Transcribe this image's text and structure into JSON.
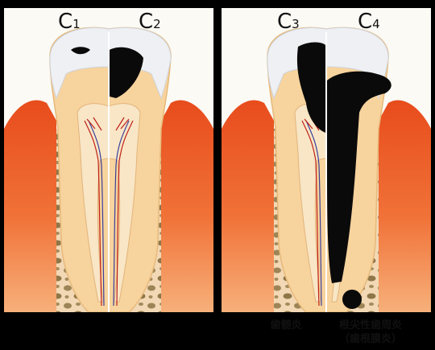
{
  "stages": [
    {
      "letter": "C",
      "number": "1"
    },
    {
      "letter": "C",
      "number": "2"
    },
    {
      "letter": "C",
      "number": "3"
    },
    {
      "letter": "C",
      "number": "4"
    }
  ],
  "captions": {
    "c3": "歯髄炎",
    "c4_line1": "根尖性歯周炎",
    "c4_line2": "（歯根膜炎）"
  },
  "colors": {
    "background": "#000000",
    "panel": "#fbfaf5",
    "bone": "#f2d8b4",
    "bone_pore": "#9c8456",
    "gum_dark": "#e84c1c",
    "gum_light": "#f7a36a",
    "dentin": "#f7d39d",
    "pulp": "#f8e6c6",
    "enamel": "#eef0f3",
    "decay": "#0b0a0a",
    "nerve_red": "#c0201a",
    "nerve_blue": "#3b3f9a"
  }
}
